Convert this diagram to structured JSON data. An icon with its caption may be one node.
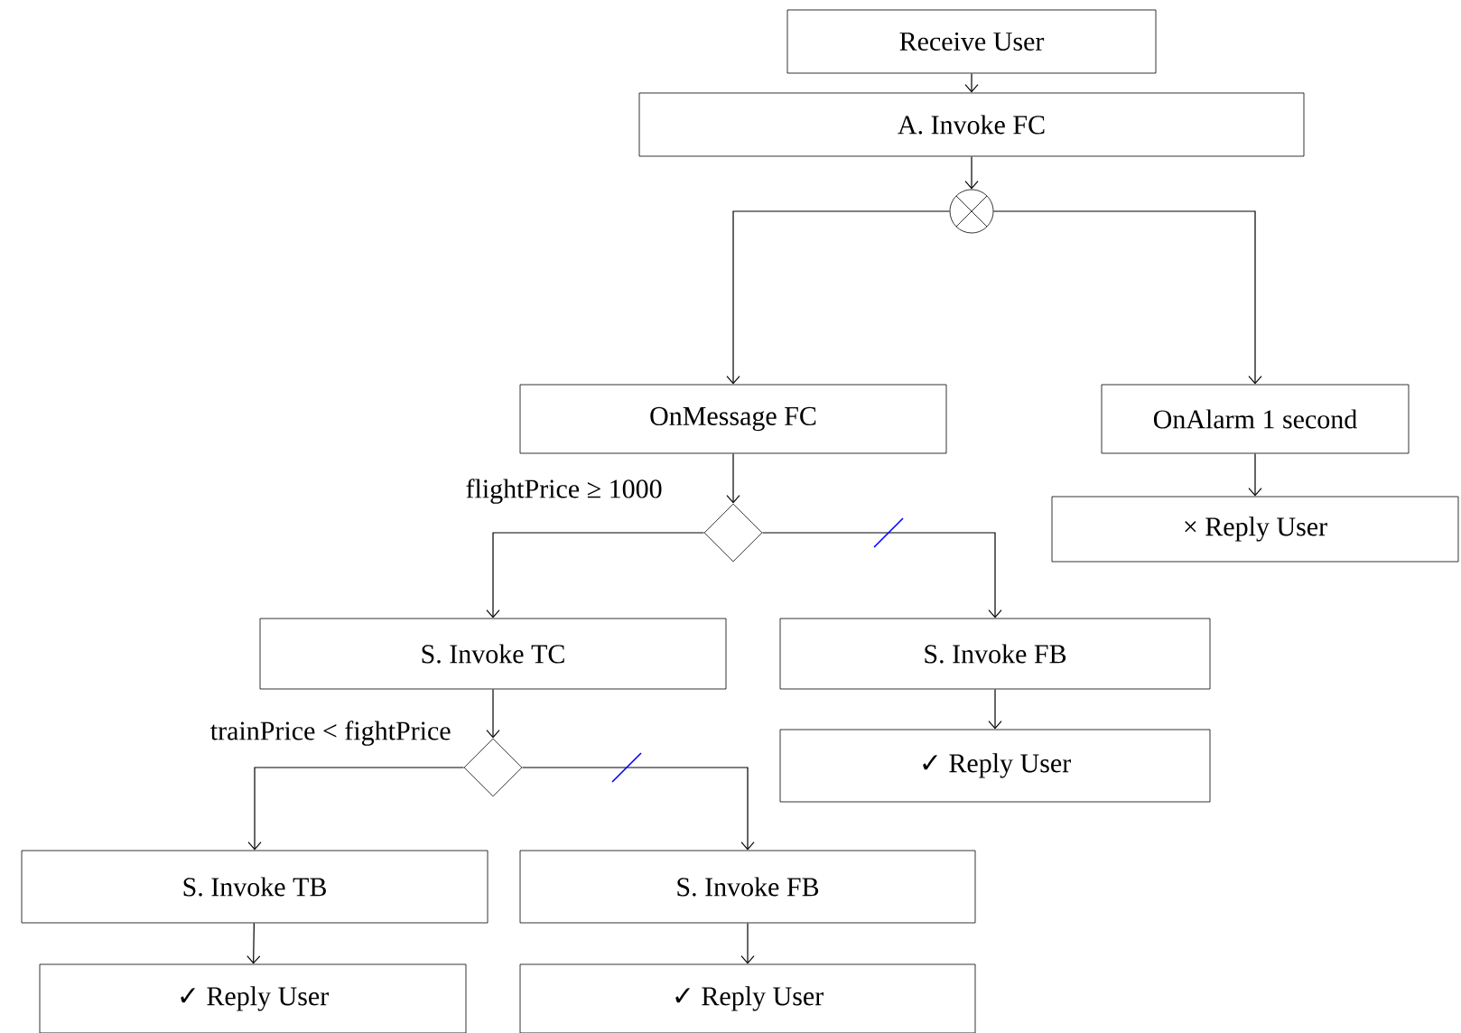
{
  "diagram": {
    "nodes": [
      {
        "text": [
          "Receive User"
        ]
      },
      {
        "text": [
          "A. Invoke FC"
        ]
      },
      {
        "text": [],
        "shape": "circle"
      },
      {
        "text": [
          "OnMessage FC"
        ]
      },
      {
        "text": [
          "OnAlarm 1 second"
        ]
      },
      {
        "text": [
          "× Reply User"
        ]
      },
      {
        "text": [],
        "shape": "diamond"
      },
      {
        "text": [
          "S. Invoke TC"
        ]
      },
      {
        "text": [
          "S. Invoke FB"
        ]
      },
      {
        "text": [
          "✓ Reply User"
        ]
      },
      {
        "text": [],
        "shape": "diamond"
      },
      {
        "text": [
          "S. Invoke TB"
        ]
      },
      {
        "text": [
          "S. Invoke FB"
        ]
      },
      {
        "text": [
          "✓ Reply User"
        ]
      },
      {
        "text": [
          "✓ Reply User"
        ]
      }
    ],
    "edges": [
      {
        "from": 0,
        "to": 1,
        "arrow": "to"
      },
      {
        "from": 1,
        "to": 2,
        "arrow": "to"
      },
      {
        "from": 2,
        "to": 3,
        "arrow": "to"
      },
      {
        "from": 2,
        "to": 4,
        "arrow": "to"
      },
      {
        "from": 3,
        "to": 6,
        "arrow": "to"
      },
      {
        "from": 4,
        "to": 5,
        "arrow": "to"
      },
      {
        "from": 6,
        "to": 7,
        "arrow": "to"
      },
      {
        "from": 6,
        "to": 8,
        "arrow": "to"
      },
      {
        "from": 8,
        "to": 9,
        "arrow": "to"
      },
      {
        "from": 7,
        "to": 10,
        "arrow": "to"
      },
      {
        "from": 10,
        "to": 11,
        "arrow": "to"
      },
      {
        "from": 10,
        "to": 12,
        "arrow": "to"
      },
      {
        "from": 11,
        "to": 13,
        "arrow": "to"
      },
      {
        "from": 12,
        "to": 14,
        "arrow": "to"
      }
    ],
    "labels": [
      "flightPrice ≥ 1000",
      "trainPrice < fightPrice"
    ]
  }
}
